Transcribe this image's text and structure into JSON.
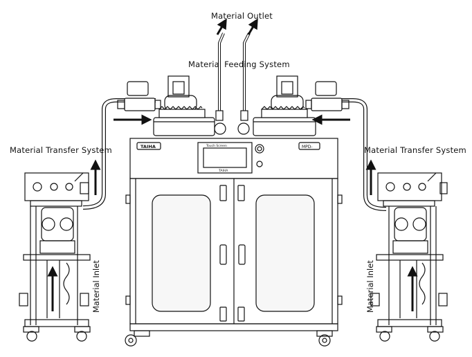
{
  "labels": {
    "outlet": "Material Outlet",
    "feeding": "Material Feeding System",
    "transfer_left": "Material Transfer System",
    "transfer_right": "Material Transfer System",
    "inlet_left": "Material Inlet",
    "inlet_right": "Material Inlet"
  },
  "machine": {
    "brand_plate": "TAIHA",
    "screen_caption": "Touch Screen",
    "screen_brand": "TAIHA",
    "model_plate": "MPD-"
  },
  "colors": {
    "line": "#111111",
    "background": "#ffffff",
    "window": "#f7f7f7"
  }
}
